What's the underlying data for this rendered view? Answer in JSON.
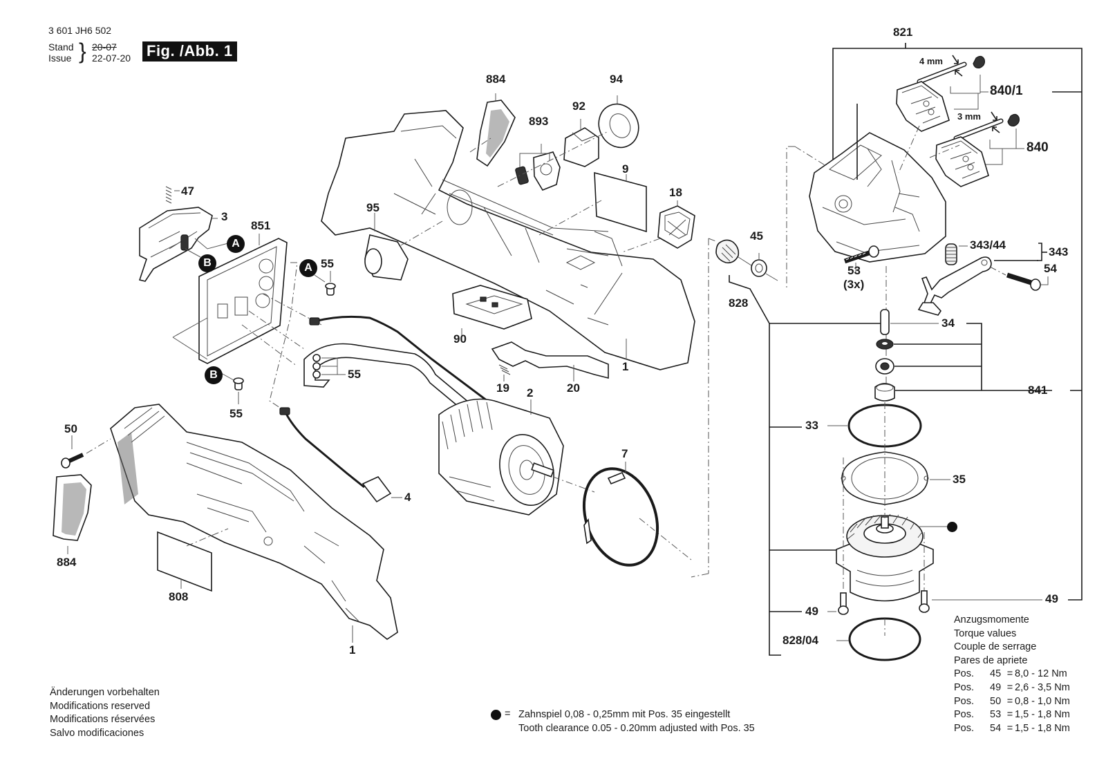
{
  "header": {
    "part_number": "3 601 JH6 502",
    "stand_label": "Stand",
    "issue_label": "Issue",
    "old_date": "20-07",
    "issue_date": "22-07-20",
    "figure_label": "Fig. /Abb. 1"
  },
  "callouts": {
    "p821": "821",
    "p840_1": "840/1",
    "p840": "840",
    "mm4": "4 mm",
    "mm3": "3 mm",
    "p884_top": "884",
    "p94": "94",
    "p92": "92",
    "p893": "893",
    "p9": "9",
    "p18": "18",
    "p95": "95",
    "p90": "90",
    "p19": "19",
    "p20": "20",
    "p1_top": "1",
    "p47": "47",
    "p3": "3",
    "p851": "851",
    "p55_a": "55",
    "p55_b": "55",
    "p55_c": "55",
    "p50": "50",
    "p884_bottom": "884",
    "p808": "808",
    "p1_bottom": "1",
    "p2": "2",
    "p4": "4",
    "p7": "7",
    "p45": "45",
    "p828": "828",
    "p53": "53",
    "p53_qty": "(3x)",
    "p343_44": "343/44",
    "p343": "343",
    "p54": "54",
    "p34": "34",
    "p841": "841",
    "p33": "33",
    "p35": "35",
    "p49_left": "49",
    "p49_right": "49",
    "p828_04": "828/04"
  },
  "markers": {
    "a": "A",
    "b": "B"
  },
  "torque": {
    "title_de": "Anzugsmomente",
    "title_en": "Torque values",
    "title_fr": "Couple de serrage",
    "title_es": "Pares de apriete",
    "rows": [
      {
        "pos": "Pos.",
        "part": "45",
        "value": "8,0 - 12  Nm"
      },
      {
        "pos": "Pos.",
        "part": "49",
        "value": "2,6 - 3,5 Nm"
      },
      {
        "pos": "Pos.",
        "part": "50",
        "value": "0,8 - 1,0 Nm"
      },
      {
        "pos": "Pos.",
        "part": "53",
        "value": "1,5 - 1,8 Nm"
      },
      {
        "pos": "Pos.",
        "part": "54",
        "value": "1,5 - 1,8 Nm"
      }
    ]
  },
  "footer": {
    "modifications": [
      "Änderungen vorbehalten",
      "Modifications reserved",
      "Modifications réservées",
      "Salvo modificaciones"
    ],
    "legend_symbol": "=",
    "legend_de": "Zahnspiel 0,08 - 0,25mm mit Pos. 35 eingestellt",
    "legend_en": "Tooth clearance 0.05 - 0.20mm adjusted with Pos. 35"
  }
}
